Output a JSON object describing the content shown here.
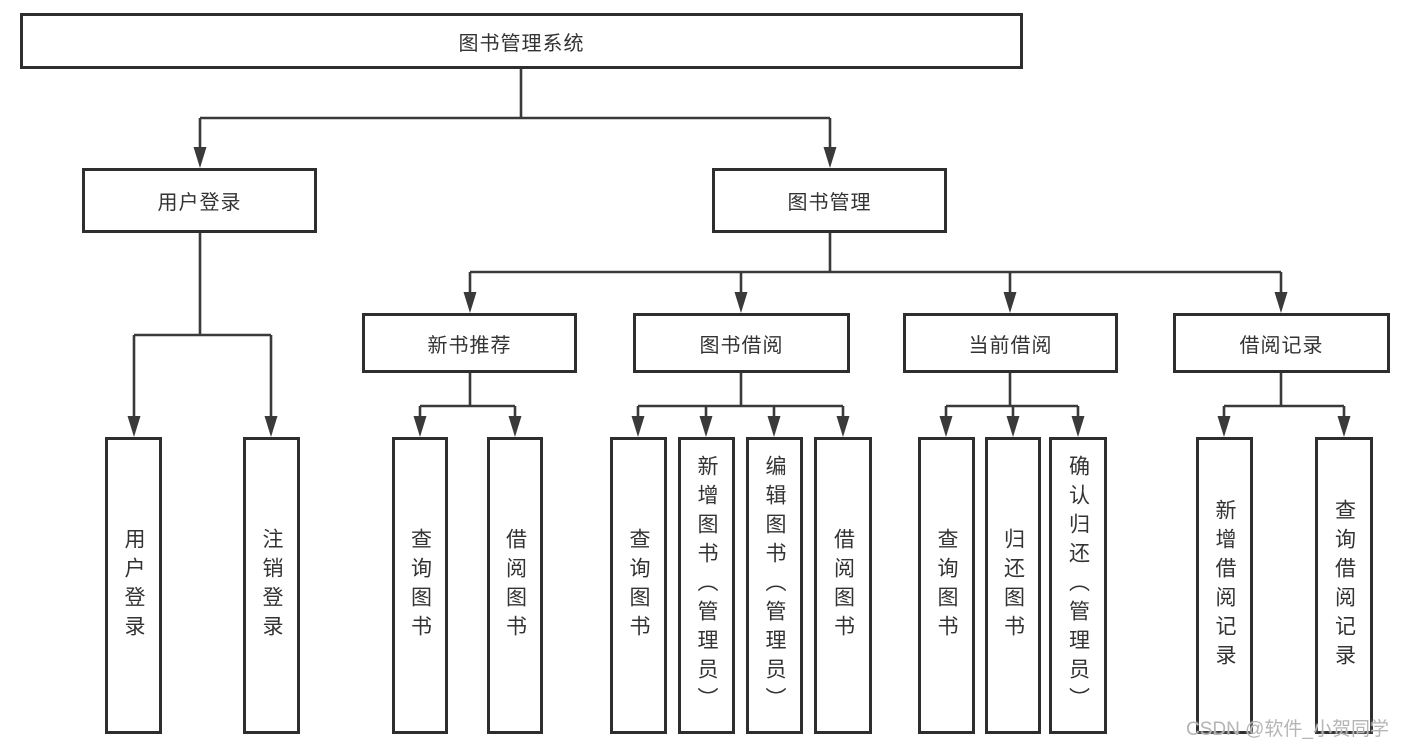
{
  "diagram": {
    "root": {
      "label": "图书管理系统"
    },
    "level1": [
      {
        "label": "用户登录"
      },
      {
        "label": "图书管理"
      }
    ],
    "level2": [
      {
        "label": "新书推荐"
      },
      {
        "label": "图书借阅"
      },
      {
        "label": "当前借阅"
      },
      {
        "label": "借阅记录"
      }
    ],
    "leaves": [
      {
        "label": "用户登录"
      },
      {
        "label": "注销登录"
      },
      {
        "label": "查询图书"
      },
      {
        "label": "借阅图书"
      },
      {
        "label": "查询图书"
      },
      {
        "label": "新增图书（管理员）"
      },
      {
        "label": "编辑图书（管理员）"
      },
      {
        "label": "借阅图书"
      },
      {
        "label": "查询图书"
      },
      {
        "label": "归还图书"
      },
      {
        "label": "确认归还（管理员）"
      },
      {
        "label": "新增借阅记录"
      },
      {
        "label": "查询借阅记录"
      }
    ]
  },
  "watermark": {
    "text": "CSDN @软件_小贺同学"
  },
  "colors": {
    "line": "#3a3a3a",
    "box_border": "#2e2e2e",
    "text": "#333333",
    "watermark": "#b5b5b5",
    "background": "#ffffff"
  }
}
